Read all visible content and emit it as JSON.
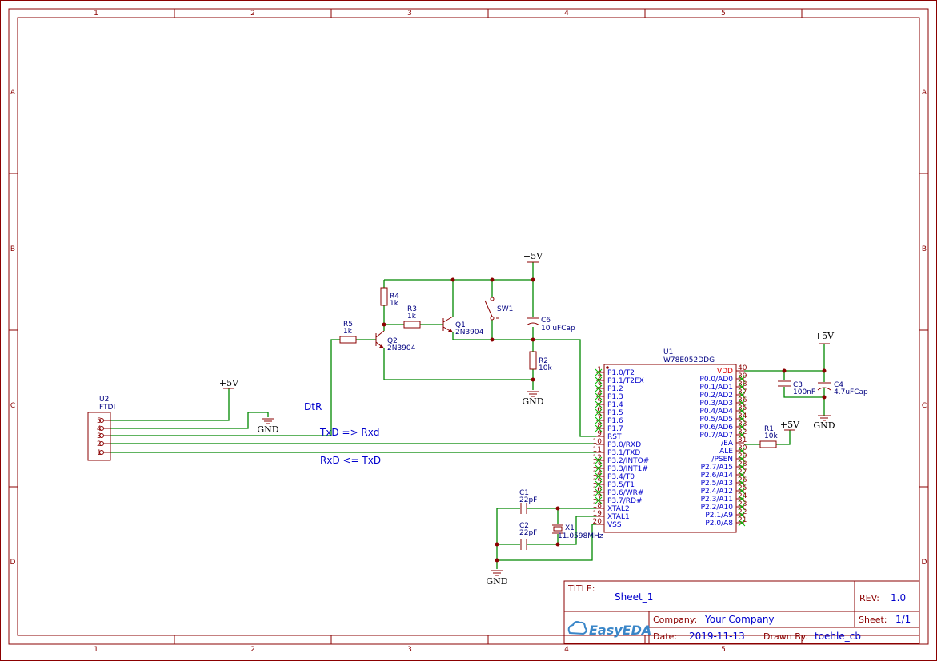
{
  "frame": {
    "columns": [
      "1",
      "2",
      "3",
      "4",
      "5"
    ],
    "rows": [
      "A",
      "B",
      "C",
      "D"
    ]
  },
  "power": {
    "vcc_top": "+5V",
    "vcc_ftdi": "+5V",
    "vcc_r1": "+5V",
    "vcc_c4": "+5V",
    "gnd_r2": "GND",
    "gnd_ftdi": "GND",
    "gnd_crystal": "GND",
    "gnd_c4": "GND"
  },
  "components": {
    "r4": {
      "ref": "R4",
      "value": "1k"
    },
    "r3": {
      "ref": "R3",
      "value": "1k"
    },
    "r5": {
      "ref": "R5",
      "value": "1k"
    },
    "r2": {
      "ref": "R2",
      "value": "10k"
    },
    "r1": {
      "ref": "R1",
      "value": "10k"
    },
    "q1": {
      "ref": "Q1",
      "value": "2N3904"
    },
    "q2": {
      "ref": "Q2",
      "value": "2N3904"
    },
    "sw1": {
      "ref": "SW1"
    },
    "c6": {
      "ref": "C6",
      "value": "10 uFCap"
    },
    "c3": {
      "ref": "C3",
      "value": "100nF"
    },
    "c4": {
      "ref": "C4",
      "value": "4.7uFCap"
    },
    "c1": {
      "ref": "C1",
      "value": "22pF"
    },
    "c2": {
      "ref": "C2",
      "value": "22pF"
    },
    "x1": {
      "ref": "X1",
      "value": "11.0598MHz"
    },
    "u2": {
      "ref": "U2",
      "value": "FTDI",
      "pins": [
        "5",
        "4",
        "3",
        "2",
        "1"
      ]
    },
    "u1": {
      "ref": "U1",
      "value": "W78E052DDG",
      "left_pins": [
        {
          "num": "1",
          "name": "P1.0/T2"
        },
        {
          "num": "2",
          "name": "P1.1/T2EX"
        },
        {
          "num": "3",
          "name": "P1.2"
        },
        {
          "num": "4",
          "name": "P1.3"
        },
        {
          "num": "5",
          "name": "P1.4"
        },
        {
          "num": "6",
          "name": "P1.5"
        },
        {
          "num": "7",
          "name": "P1.6"
        },
        {
          "num": "8",
          "name": "P1.7"
        },
        {
          "num": "9",
          "name": "RST"
        },
        {
          "num": "10",
          "name": "P3.0/RXD"
        },
        {
          "num": "11",
          "name": "P3.1/TXD"
        },
        {
          "num": "12",
          "name": "P3.2/INTO#"
        },
        {
          "num": "13",
          "name": "P3.3/INT1#"
        },
        {
          "num": "14",
          "name": "P3.4/T0"
        },
        {
          "num": "15",
          "name": "P3.5/T1"
        },
        {
          "num": "16",
          "name": "P3.6/WR#"
        },
        {
          "num": "17",
          "name": "P3.7/RD#"
        },
        {
          "num": "18",
          "name": "XTAL2"
        },
        {
          "num": "19",
          "name": "XTAL1"
        },
        {
          "num": "20",
          "name": "VSS"
        }
      ],
      "right_pins": [
        {
          "num": "40",
          "name": "VDD"
        },
        {
          "num": "39",
          "name": "P0.0/AD0"
        },
        {
          "num": "38",
          "name": "P0.1/AD1"
        },
        {
          "num": "37",
          "name": "P0.2/AD2"
        },
        {
          "num": "36",
          "name": "P0.3/AD3"
        },
        {
          "num": "35",
          "name": "P0.4/AD4"
        },
        {
          "num": "34",
          "name": "P0.5/AD5"
        },
        {
          "num": "33",
          "name": "P0.6/AD6"
        },
        {
          "num": "32",
          "name": "P0.7/AD7"
        },
        {
          "num": "31",
          "name": "/EA"
        },
        {
          "num": "30",
          "name": "ALE"
        },
        {
          "num": "29",
          "name": "/PSEN"
        },
        {
          "num": "28",
          "name": "P2.7/A15"
        },
        {
          "num": "27",
          "name": "P2.6/A14"
        },
        {
          "num": "26",
          "name": "P2.5/A13"
        },
        {
          "num": "25",
          "name": "P2.4/A12"
        },
        {
          "num": "24",
          "name": "P2.3/A11"
        },
        {
          "num": "23",
          "name": "P2.2/A10"
        },
        {
          "num": "22",
          "name": "P2.1/A9"
        },
        {
          "num": "21",
          "name": "P2.0/A8"
        }
      ]
    }
  },
  "nets": {
    "dtr": "DtR",
    "txd": "TxD => Rxd",
    "rxd": "RxD <= TxD"
  },
  "title_block": {
    "title_label": "TITLE:",
    "title": "Sheet_1",
    "rev_label": "REV:",
    "rev": "1.0",
    "company_label": "Company:",
    "company": "Your Company",
    "sheet_label": "Sheet:",
    "sheet": "1/1",
    "date_label": "Date:",
    "date": "2019-11-13",
    "drawn_label": "Drawn By:",
    "drawn_by": "toehle_cb",
    "logo": "EasyEDA"
  },
  "colors": {
    "frame": "#8b0000",
    "wire": "#008800",
    "pin_text": "#0000cc",
    "no_connect": "#00bb00",
    "vdd_pin": "#dd0000"
  }
}
